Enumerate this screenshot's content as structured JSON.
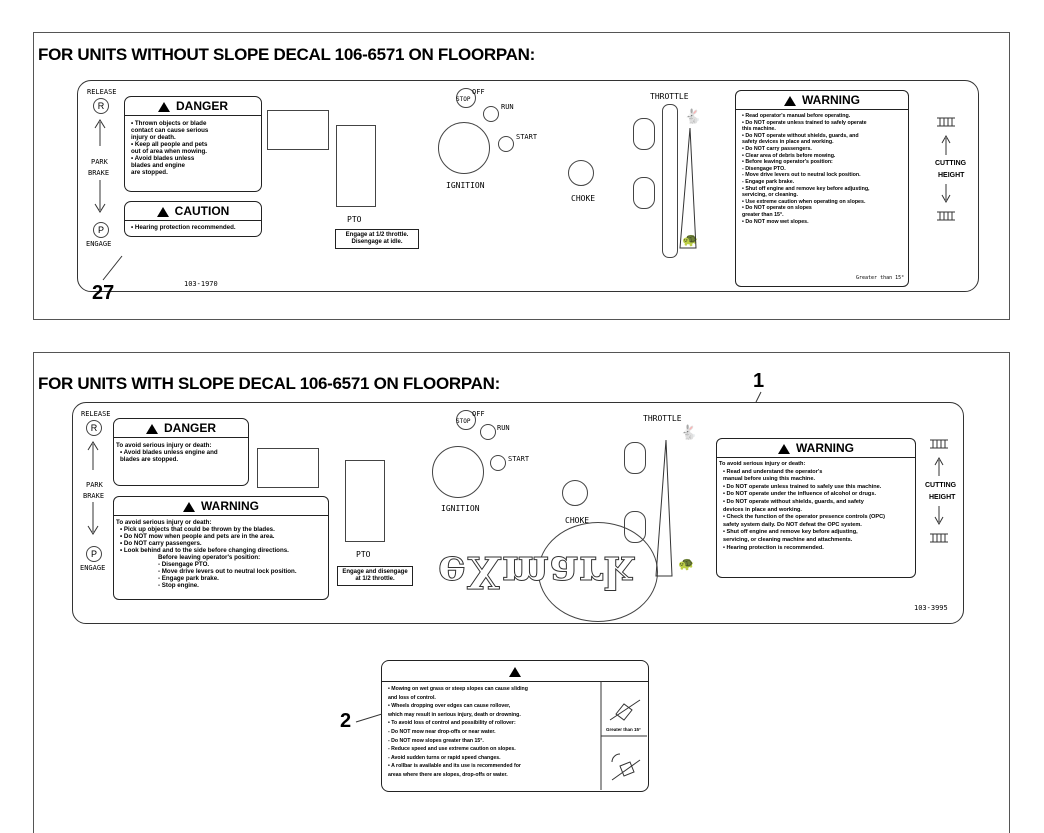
{
  "section1": {
    "title": "FOR UNITS WITHOUT SLOPE DECAL 106-6571 ON FLOORPAN:",
    "release": "RELEASE",
    "park": "PARK",
    "brake": "BRAKE",
    "engage": "ENGAGE",
    "r": "R",
    "p": "P",
    "danger_title": "DANGER",
    "danger_lines": [
      "• Thrown objects or blade",
      "  contact can cause serious",
      "  injury or death.",
      "• Keep all people and pets",
      "  out of area when mowing.",
      "• Avoid blades unless",
      "  blades and engine",
      "  are stopped."
    ],
    "caution_title": "CAUTION",
    "caution_lines": [
      "• Hearing protection recommended."
    ],
    "off": "OFF",
    "stop": "STOP",
    "run": "RUN",
    "start": "START",
    "ignition": "IGNITION",
    "pto": "PTO",
    "pto_box": [
      "Engage at 1/2 throttle.",
      "Disengage at idle."
    ],
    "choke": "CHOKE",
    "throttle": "THROTTLE",
    "warning_title": "WARNING",
    "warning_lines": [
      "• Read operator's manual before operating.",
      "• Do NOT operate unless trained to safely operate",
      "  this machine.",
      "• Do NOT operate without shields, guards, and",
      "  safety devices in place and working.",
      "• Do NOT carry passengers.",
      "• Clear area of debris before mowing.",
      "• Before leaving operator's position:",
      "  - Disengage PTO.",
      "  - Move drive levers out to neutral lock position.",
      "  - Engage park brake.",
      "• Shut off engine and remove key before adjusting,",
      "  servicing, or cleaning.",
      "• Use extreme caution when operating on slopes.",
      "• Do NOT operate on slopes",
      "  greater than 15°.",
      "• Do NOT mow wet slopes."
    ],
    "greater": "Greater than 15°",
    "cutting": "CUTTING",
    "height": "HEIGHT",
    "partno": "103-1970",
    "callout": "27"
  },
  "section2": {
    "title": "FOR UNITS WITH SLOPE DECAL 106-6571 ON FLOORPAN:",
    "callout1": "1",
    "release": "RELEASE",
    "park": "PARK",
    "brake": "BRAKE",
    "engage": "ENGAGE",
    "r": "R",
    "p": "P",
    "danger_title": "DANGER",
    "danger_lines": [
      "To avoid serious injury or death:",
      "• Avoid blades unless engine and",
      "  blades are stopped."
    ],
    "warning2_title": "WARNING",
    "warning2_lines": [
      "To avoid serious injury or death:",
      "• Pick up objects that could be thrown by the blades.",
      "• Do NOT mow when people and pets are in the area.",
      "• Do NOT carry passengers.",
      "• Look behind and to the side before changing directions.",
      "Before leaving operator's position:",
      "- Disengage PTO.",
      "- Move drive levers out to neutral lock position.",
      "- Engage park brake.",
      "- Stop engine."
    ],
    "off": "OFF",
    "stop": "STOP",
    "run": "RUN",
    "start": "START",
    "ignition": "IGNITION",
    "pto": "PTO",
    "pto_box": [
      "Engage and disengage",
      "at 1/2 throttle."
    ],
    "choke": "CHOKE",
    "throttle": "THROTTLE",
    "logo": "eXmark",
    "warning_title": "WARNING",
    "warning_lines": [
      "To avoid serious injury or death:",
      "• Read and understand the operator's",
      "  manual before using this machine.",
      "• Do NOT operate unless trained to safely use this machine.",
      "• Do NOT operate under the influence of alcohol or drugs.",
      "• Do NOT operate without shields, guards, and safety",
      "  devices in place and working.",
      "• Check the function of the operator presence controls (OPC)",
      "  safety system daily.  Do NOT defeat the OPC system.",
      "• Shut off engine and remove key before adjusting,",
      "  servicing, or cleaning machine and attachments.",
      "• Hearing protection is recommended."
    ],
    "cutting": "CUTTING",
    "height": "HEIGHT",
    "partno": "103-3995"
  },
  "decal2": {
    "callout": "2",
    "lines": [
      "• Mowing on wet grass or steep slopes can cause sliding",
      "  and loss of control.",
      "• Wheels dropping over edges can cause rollover,",
      "  which may result in serious injury, death or drowning.",
      "• To avoid loss of control and possibility of rollover:",
      "  - Do NOT mow near drop-offs or near water.",
      "  - Do NOT mow slopes greater than 15°.",
      "  - Reduce speed and use extreme caution on slopes.",
      "  - Avoid sudden turns or rapid speed changes.",
      "• A rollbar is available and its use is recommended for",
      "  areas where there are slopes, drop-offs or water."
    ],
    "greater": "Greater than 15°"
  }
}
